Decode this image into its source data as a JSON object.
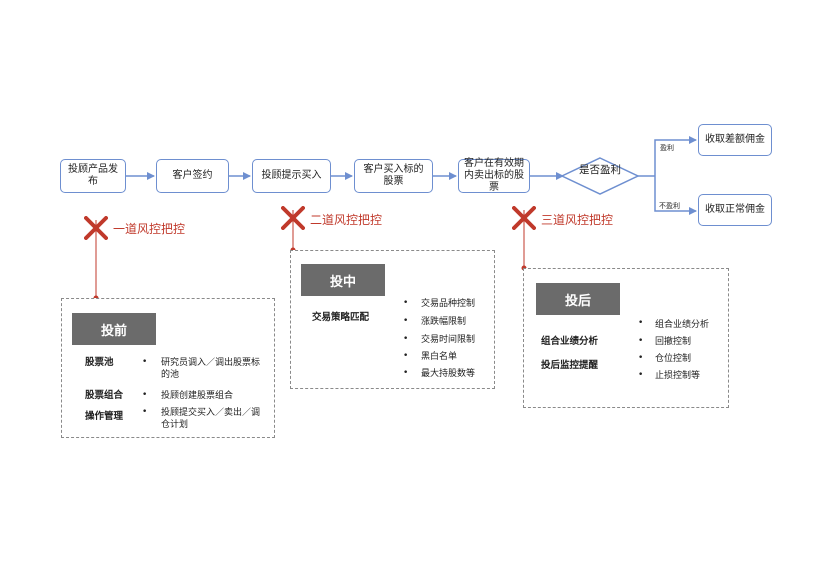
{
  "flow": {
    "steps": [
      "投顾产品发布",
      "客户签约",
      "投顾提示买入",
      "客户买入标的股票",
      "客户在有效期内卖出标的股票"
    ],
    "decision": "是否盈利",
    "outcomes": [
      {
        "branch": "盈利",
        "label": "收取差额佣金"
      },
      {
        "branch": "不盈利",
        "label": "收取正常佣金"
      }
    ]
  },
  "risk_controls": [
    "一道风控把控",
    "二道风控把控",
    "三道风控把控"
  ],
  "panels": {
    "pre": {
      "title": "投前",
      "rows": [
        {
          "label": "股票池",
          "item": "研究员调入／调出股票标的池"
        },
        {
          "label": "股票组合",
          "item": "投顾创建股票组合"
        },
        {
          "label": "操作管理",
          "item": "投顾提交买入／卖出／调仓计划"
        }
      ]
    },
    "mid": {
      "title": "投中",
      "label": "交易策略匹配",
      "items": [
        "交易品种控制",
        "涨跌幅限制",
        "交易时间限制",
        "黑白名单",
        "最大持股数等"
      ]
    },
    "post": {
      "title": "投后",
      "labels": [
        "组合业绩分析",
        "投后监控提醒"
      ],
      "items": [
        "组合业绩分析",
        "回撤控制",
        "仓位控制",
        "止损控制等"
      ]
    }
  },
  "colors": {
    "box_border": "#6e8fd0",
    "arrow": "#6e8fd0",
    "risk": "#c0392b",
    "panel_title_bg": "#6b6b6b"
  }
}
